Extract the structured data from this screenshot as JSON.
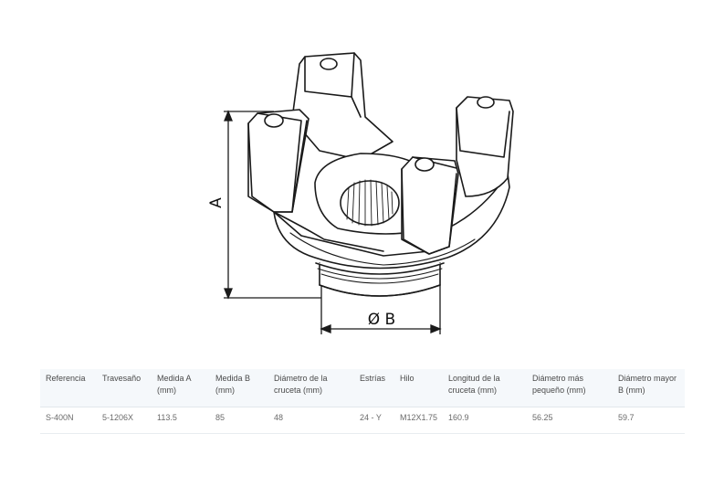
{
  "drawing": {
    "label_a": "A",
    "label_b": "Ø B"
  },
  "table": {
    "headers": [
      "Referencia",
      "Travesaño",
      "Medida A (mm)",
      "Medida B (mm)",
      "Diámetro de la cruceta (mm)",
      "Estrías",
      "Hilo",
      "Longitud de la cruceta (mm)",
      "Diámetro más pequeño (mm)",
      "Diámetro mayor B (mm)"
    ],
    "rows": [
      [
        "S-400N",
        "5-1206X",
        "113.5",
        "85",
        "48",
        "24 - Y",
        "M12X1.75",
        "160.9",
        "56.25",
        "59.7"
      ]
    ]
  }
}
